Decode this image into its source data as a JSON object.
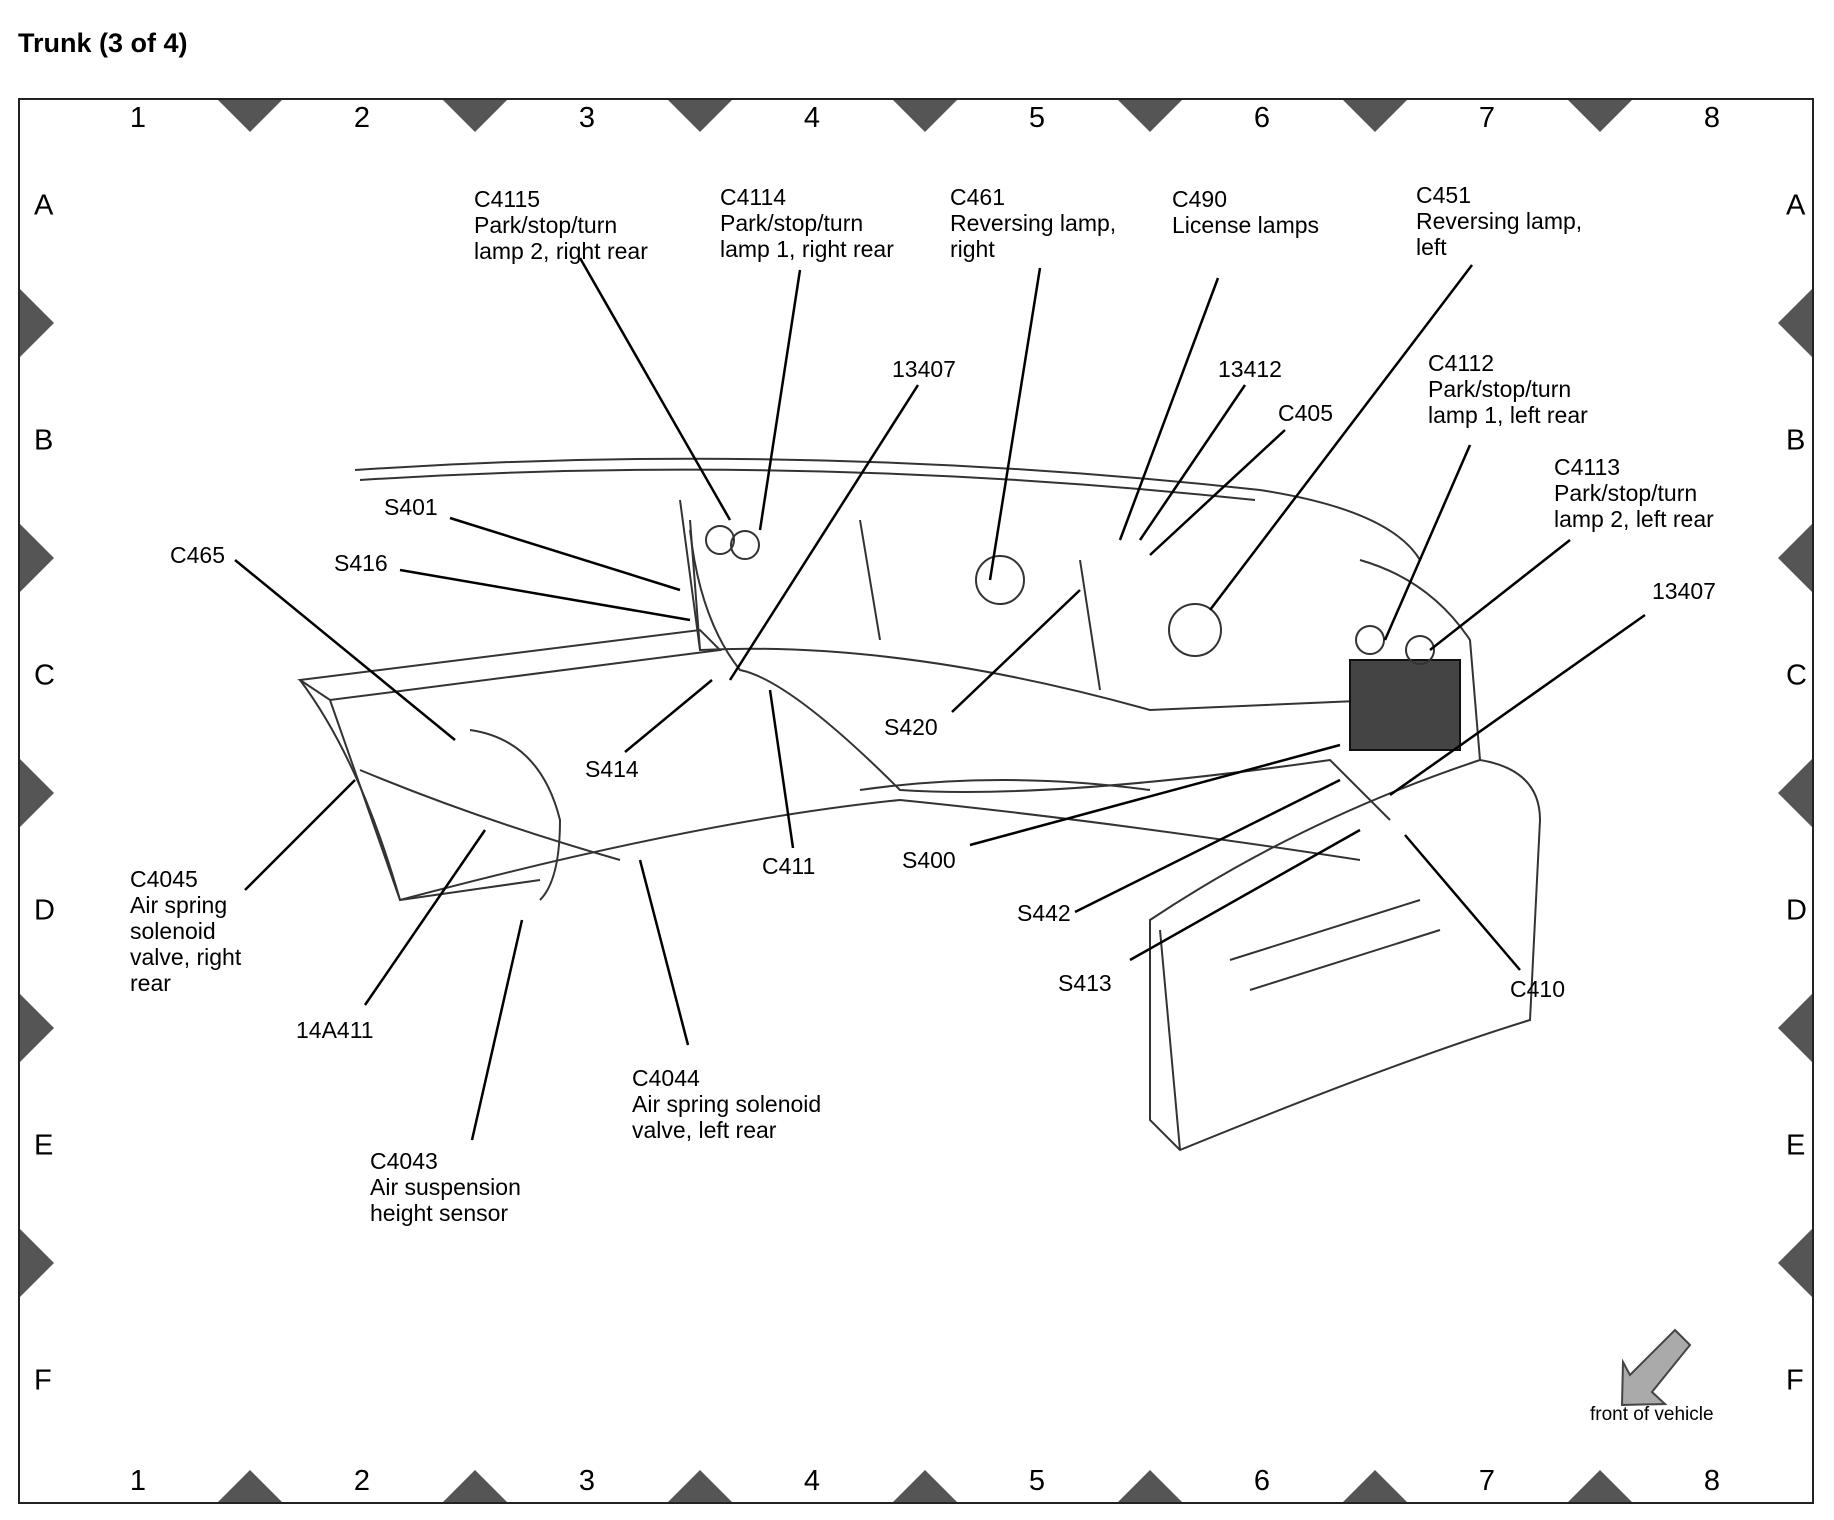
{
  "title": "Trunk (3 of 4)",
  "grid": {
    "columns": [
      "1",
      "2",
      "3",
      "4",
      "5",
      "6",
      "7",
      "8"
    ],
    "rows": [
      "A",
      "B",
      "C",
      "D",
      "E",
      "F"
    ]
  },
  "labels": [
    {
      "id": "c4115",
      "lines": [
        "C4115",
        "Park/stop/turn",
        "lamp 2, right rear"
      ]
    },
    {
      "id": "c4114",
      "lines": [
        "C4114",
        "Park/stop/turn",
        "lamp 1, right rear"
      ]
    },
    {
      "id": "c461",
      "lines": [
        "C461",
        "Reversing lamp,",
        "right"
      ]
    },
    {
      "id": "c490",
      "lines": [
        "C490",
        "License lamps"
      ]
    },
    {
      "id": "c451",
      "lines": [
        "C451",
        "Reversing lamp,",
        "left"
      ]
    },
    {
      "id": "p13407a",
      "lines": [
        "13407"
      ]
    },
    {
      "id": "p13412",
      "lines": [
        "13412"
      ]
    },
    {
      "id": "c405",
      "lines": [
        "C405"
      ]
    },
    {
      "id": "c4112",
      "lines": [
        "C4112",
        "Park/stop/turn",
        "lamp 1, left rear"
      ]
    },
    {
      "id": "c4113",
      "lines": [
        "C4113",
        "Park/stop/turn",
        "lamp 2, left rear"
      ]
    },
    {
      "id": "p13407b",
      "lines": [
        "13407"
      ]
    },
    {
      "id": "s401",
      "lines": [
        "S401"
      ]
    },
    {
      "id": "s416",
      "lines": [
        "S416"
      ]
    },
    {
      "id": "c465",
      "lines": [
        "C465"
      ]
    },
    {
      "id": "s414",
      "lines": [
        "S414"
      ]
    },
    {
      "id": "s420",
      "lines": [
        "S420"
      ]
    },
    {
      "id": "c411",
      "lines": [
        "C411"
      ]
    },
    {
      "id": "s400",
      "lines": [
        "S400"
      ]
    },
    {
      "id": "c4045",
      "lines": [
        "C4045",
        "Air spring",
        "solenoid",
        "valve, right",
        "rear"
      ]
    },
    {
      "id": "s442",
      "lines": [
        "S442"
      ]
    },
    {
      "id": "s413",
      "lines": [
        "S413"
      ]
    },
    {
      "id": "c410",
      "lines": [
        "C410"
      ]
    },
    {
      "id": "p14a411",
      "lines": [
        "14A411"
      ]
    },
    {
      "id": "c4044",
      "lines": [
        "C4044",
        "Air spring solenoid",
        "valve, left rear"
      ]
    },
    {
      "id": "c4043",
      "lines": [
        "C4043",
        "Air suspension",
        "height sensor"
      ]
    }
  ],
  "front_of_vehicle": "front of vehicle"
}
